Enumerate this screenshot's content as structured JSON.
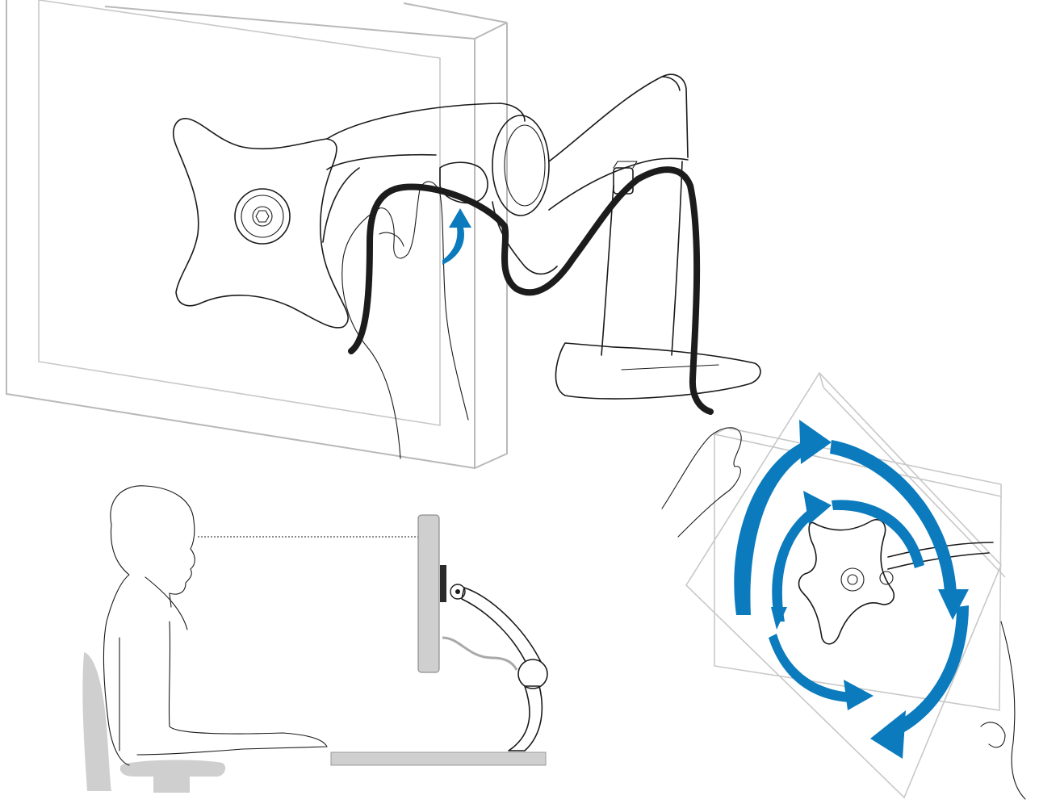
{
  "figure": {
    "panels": [
      {
        "id": "cable-routing",
        "icon": "cable-management-icon"
      },
      {
        "id": "ergonomic-height",
        "icon": "eye-level-icon"
      },
      {
        "id": "rotation",
        "icon": "rotate-icon"
      }
    ]
  },
  "colors": {
    "accent": "#0b7bbd",
    "line": "#1a1a1a",
    "frame": "#b9b9b9",
    "fill_gray": "#cfcfcf",
    "cable": "#1c1c1c"
  }
}
